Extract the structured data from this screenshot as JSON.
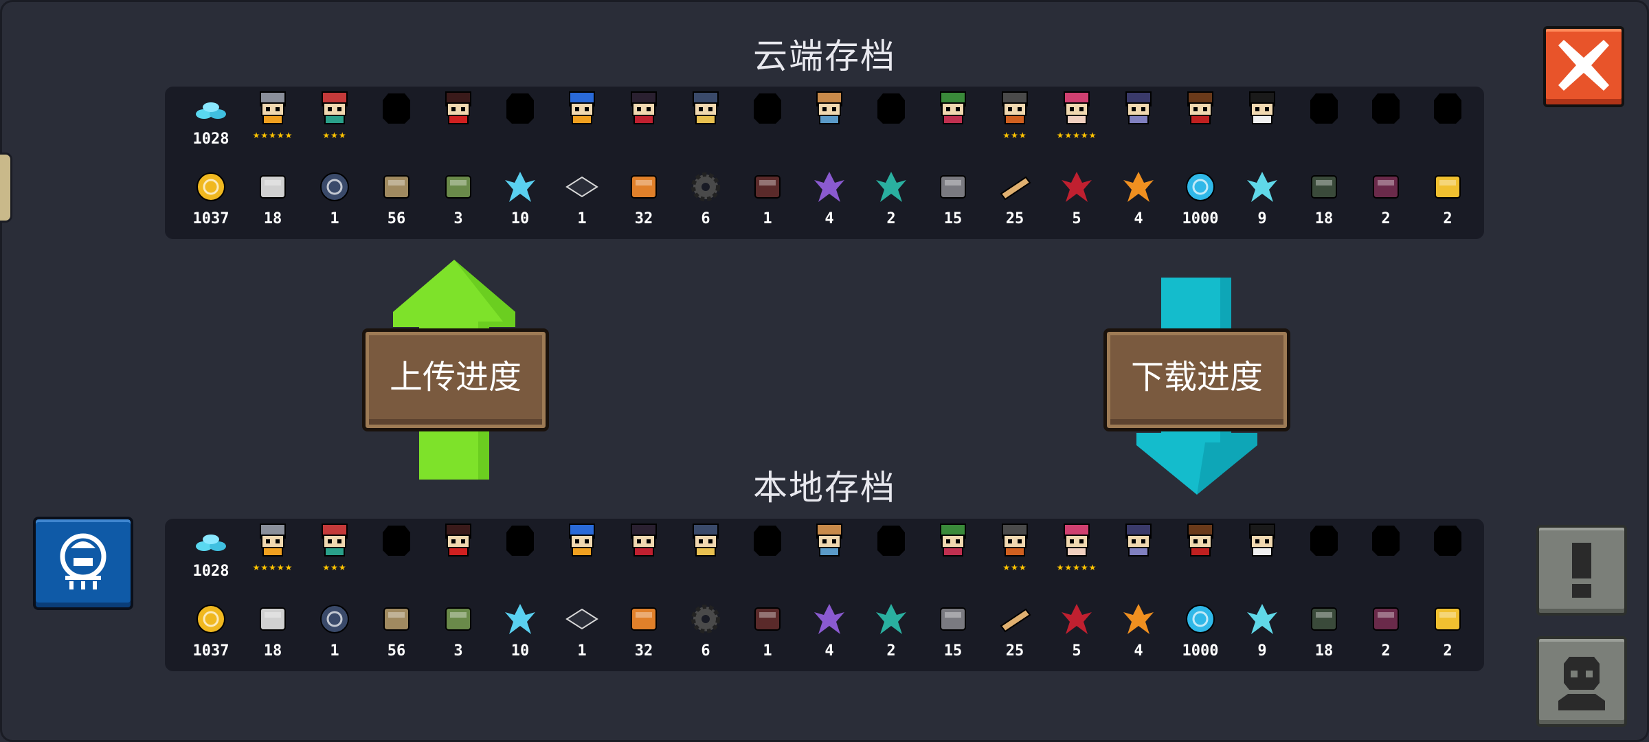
{
  "cloud": {
    "title": "云端存档",
    "characters": [
      {
        "icon": "gem-stack-icon",
        "count": "1028",
        "stars": ""
      },
      {
        "icon": "knight-icon",
        "count": "",
        "stars": "★★★★★"
      },
      {
        "icon": "rogue-icon",
        "count": "",
        "stars": "★★★"
      },
      {
        "icon": "locked-character-icon",
        "count": "",
        "stars": ""
      },
      {
        "icon": "assassin-icon",
        "count": "",
        "stars": ""
      },
      {
        "icon": "locked-character-icon",
        "count": "",
        "stars": ""
      },
      {
        "icon": "robot-icon",
        "count": "",
        "stars": ""
      },
      {
        "icon": "vampire-icon",
        "count": "",
        "stars": ""
      },
      {
        "icon": "paladin-icon",
        "count": "",
        "stars": ""
      },
      {
        "icon": "locked-character-icon",
        "count": "",
        "stars": ""
      },
      {
        "icon": "werewolf-icon",
        "count": "",
        "stars": ""
      },
      {
        "icon": "locked-character-icon",
        "count": "",
        "stars": ""
      },
      {
        "icon": "druid-icon",
        "count": "",
        "stars": ""
      },
      {
        "icon": "engineer-icon",
        "count": "",
        "stars": "★★★"
      },
      {
        "icon": "berserker-icon",
        "count": "",
        "stars": "★★★★★"
      },
      {
        "icon": "demon-icon",
        "count": "",
        "stars": ""
      },
      {
        "icon": "cowboy-icon",
        "count": "",
        "stars": ""
      },
      {
        "icon": "taoist-icon",
        "count": "",
        "stars": ""
      },
      {
        "icon": "locked-character-icon",
        "count": "",
        "stars": ""
      },
      {
        "icon": "locked-character-icon",
        "count": "",
        "stars": ""
      },
      {
        "icon": "locked-character-icon",
        "count": "",
        "stars": ""
      }
    ],
    "materials": [
      {
        "icon": "gold-coin-icon",
        "count": "1037"
      },
      {
        "icon": "card-icon",
        "count": "18"
      },
      {
        "icon": "feather-orb-icon",
        "count": "1"
      },
      {
        "icon": "fabric-icon",
        "count": "56"
      },
      {
        "icon": "blueprint-icon",
        "count": "3"
      },
      {
        "icon": "ice-crystal-icon",
        "count": "10"
      },
      {
        "icon": "plate-icon",
        "count": "1"
      },
      {
        "icon": "ore-icon",
        "count": "32"
      },
      {
        "icon": "gear-icon",
        "count": "6"
      },
      {
        "icon": "device-icon",
        "count": "1"
      },
      {
        "icon": "purple-crystal-icon",
        "count": "4"
      },
      {
        "icon": "green-crystal-icon",
        "count": "2"
      },
      {
        "icon": "iron-ore-icon",
        "count": "15"
      },
      {
        "icon": "wood-plank-icon",
        "count": "25"
      },
      {
        "icon": "red-crystal-icon",
        "count": "5"
      },
      {
        "icon": "orange-crystal-icon",
        "count": "4"
      },
      {
        "icon": "energy-orb-icon",
        "count": "1000"
      },
      {
        "icon": "cyan-crystal-icon",
        "count": "9"
      },
      {
        "icon": "battery-icon",
        "count": "18"
      },
      {
        "icon": "tablet-icon",
        "count": "2"
      },
      {
        "icon": "lamp-icon",
        "count": "2"
      }
    ]
  },
  "local": {
    "title": "本地存档",
    "characters": [
      {
        "icon": "gem-stack-icon",
        "count": "1028",
        "stars": ""
      },
      {
        "icon": "knight-icon",
        "count": "",
        "stars": "★★★★★"
      },
      {
        "icon": "rogue-icon",
        "count": "",
        "stars": "★★★"
      },
      {
        "icon": "locked-character-icon",
        "count": "",
        "stars": ""
      },
      {
        "icon": "assassin-icon",
        "count": "",
        "stars": ""
      },
      {
        "icon": "locked-character-icon",
        "count": "",
        "stars": ""
      },
      {
        "icon": "robot-icon",
        "count": "",
        "stars": ""
      },
      {
        "icon": "vampire-icon",
        "count": "",
        "stars": ""
      },
      {
        "icon": "paladin-icon",
        "count": "",
        "stars": ""
      },
      {
        "icon": "locked-character-icon",
        "count": "",
        "stars": ""
      },
      {
        "icon": "werewolf-icon",
        "count": "",
        "stars": ""
      },
      {
        "icon": "locked-character-icon",
        "count": "",
        "stars": ""
      },
      {
        "icon": "druid-icon",
        "count": "",
        "stars": ""
      },
      {
        "icon": "engineer-icon",
        "count": "",
        "stars": "★★★"
      },
      {
        "icon": "berserker-icon",
        "count": "",
        "stars": "★★★★★"
      },
      {
        "icon": "demon-icon",
        "count": "",
        "stars": ""
      },
      {
        "icon": "cowboy-icon",
        "count": "",
        "stars": ""
      },
      {
        "icon": "taoist-icon",
        "count": "",
        "stars": ""
      },
      {
        "icon": "locked-character-icon",
        "count": "",
        "stars": ""
      },
      {
        "icon": "locked-character-icon",
        "count": "",
        "stars": ""
      },
      {
        "icon": "locked-character-icon",
        "count": "",
        "stars": ""
      }
    ],
    "materials": [
      {
        "icon": "gold-coin-icon",
        "count": "1037"
      },
      {
        "icon": "card-icon",
        "count": "18"
      },
      {
        "icon": "feather-orb-icon",
        "count": "1"
      },
      {
        "icon": "fabric-icon",
        "count": "56"
      },
      {
        "icon": "blueprint-icon",
        "count": "3"
      },
      {
        "icon": "ice-crystal-icon",
        "count": "10"
      },
      {
        "icon": "plate-icon",
        "count": "1"
      },
      {
        "icon": "ore-icon",
        "count": "32"
      },
      {
        "icon": "gear-icon",
        "count": "6"
      },
      {
        "icon": "device-icon",
        "count": "1"
      },
      {
        "icon": "purple-crystal-icon",
        "count": "4"
      },
      {
        "icon": "green-crystal-icon",
        "count": "2"
      },
      {
        "icon": "iron-ore-icon",
        "count": "15"
      },
      {
        "icon": "wood-plank-icon",
        "count": "25"
      },
      {
        "icon": "red-crystal-icon",
        "count": "5"
      },
      {
        "icon": "orange-crystal-icon",
        "count": "4"
      },
      {
        "icon": "energy-orb-icon",
        "count": "1000"
      },
      {
        "icon": "cyan-crystal-icon",
        "count": "9"
      },
      {
        "icon": "battery-icon",
        "count": "18"
      },
      {
        "icon": "tablet-icon",
        "count": "2"
      },
      {
        "icon": "lamp-icon",
        "count": "2"
      }
    ]
  },
  "actions": {
    "upload_label": "上传进度",
    "download_label": "下载进度",
    "close_icon": "close-icon",
    "cloud_service_icon": "cloud-service-icon",
    "notice_icon": "exclamation-icon",
    "profile_icon": "user-silhouette-icon"
  },
  "colors": {
    "upload_arrow": "#7ee22a",
    "download_arrow": "#14bccc",
    "close_button": "#e8542a",
    "cloud_button": "#0f5aa7",
    "sign_wood": "#7a5a3f"
  }
}
